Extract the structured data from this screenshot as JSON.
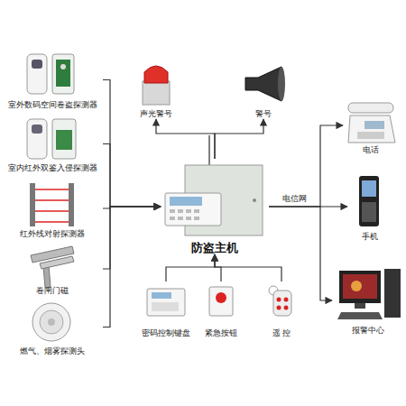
{
  "diagram": {
    "nodes": [
      {
        "text": [
          "室外数码空间卷盗探测器"
        ]
      },
      {
        "text": [
          "室内红外双鉴入侵探测器"
        ]
      },
      {
        "text": [
          "红外线对射探测器"
        ]
      },
      {
        "text": [
          "卷闸门磁"
        ]
      },
      {
        "text": [
          "燃气、烟雾探测头"
        ]
      },
      {
        "text": [
          "声光警号"
        ]
      },
      {
        "text": [
          "警号"
        ]
      },
      {
        "text": [
          "防盗主机"
        ]
      },
      {
        "text": [
          "密码控制键盘"
        ]
      },
      {
        "text": [
          "紧急按钮"
        ]
      },
      {
        "text": [
          "遥 控"
        ]
      },
      {
        "text": [
          "电话"
        ]
      },
      {
        "text": [
          "手机"
        ]
      },
      {
        "text": [
          "报警中心"
        ]
      }
    ],
    "edges": [
      {
        "from": 0,
        "to": 7,
        "arrow": "to"
      },
      {
        "from": 1,
        "to": 7,
        "arrow": "to"
      },
      {
        "from": 2,
        "to": 7,
        "arrow": "to"
      },
      {
        "from": 3,
        "to": 7,
        "arrow": "to"
      },
      {
        "from": 4,
        "to": 7,
        "arrow": "to"
      },
      {
        "from": 7,
        "to": 5,
        "arrow": "to"
      },
      {
        "from": 7,
        "to": 6,
        "arrow": "to"
      },
      {
        "from": 8,
        "to": 7,
        "arrow": "to"
      },
      {
        "from": 9,
        "to": 7,
        "arrow": "to"
      },
      {
        "from": 10,
        "to": 7,
        "arrow": "to"
      },
      {
        "from": 7,
        "to": 11,
        "arrow": "to"
      },
      {
        "from": 7,
        "to": 12,
        "label": "电信网",
        "arrow": "to"
      },
      {
        "from": 7,
        "to": 13,
        "arrow": "to"
      }
    ]
  }
}
